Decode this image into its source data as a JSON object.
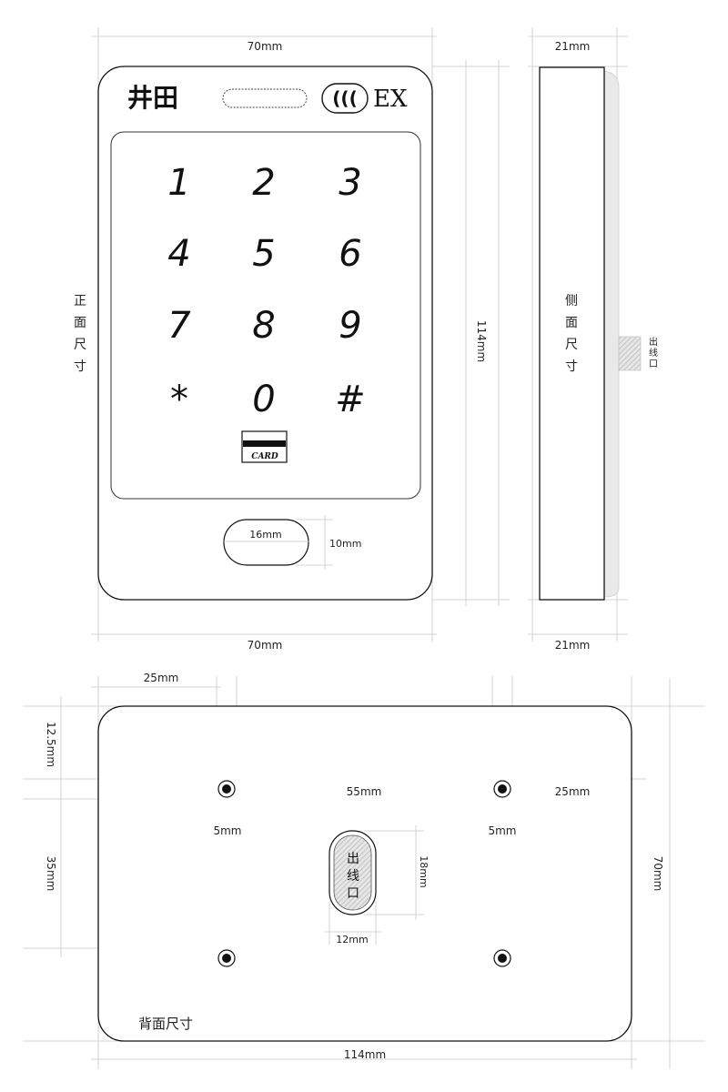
{
  "front": {
    "brand": "井田",
    "cert_mark": "(((",
    "ex_mark": "EX",
    "width_label_top": "70mm",
    "width_label_bottom": "70mm",
    "side_label": [
      "正",
      "面",
      "尺",
      "寸"
    ],
    "keys": [
      "1",
      "2",
      "3",
      "4",
      "5",
      "6",
      "7",
      "8",
      "9",
      "*",
      "0",
      "#"
    ],
    "card_text": "CARD",
    "cutout_width_label": "16mm",
    "cutout_height_label": "10mm",
    "height_label": "114mm"
  },
  "side": {
    "width_label_top": "21mm",
    "width_label_bottom": "21mm",
    "label": [
      "侧",
      "面",
      "尺",
      "寸"
    ],
    "outlet_label": [
      "出",
      "线",
      "口"
    ]
  },
  "back": {
    "label": "背面尺寸",
    "left_offset": "25mm",
    "top_offset": "12.5mm",
    "hole_spacing_h": "55mm",
    "right_offset": "25mm",
    "hole_dia_left": "5mm",
    "hole_dia_right": "5mm",
    "hole_spacing_v": "35mm",
    "outlet_label": [
      "出",
      "线",
      "口"
    ],
    "outlet_height": "18mm",
    "outlet_width": "12mm",
    "height_label": "70mm",
    "width_label": "114mm"
  }
}
